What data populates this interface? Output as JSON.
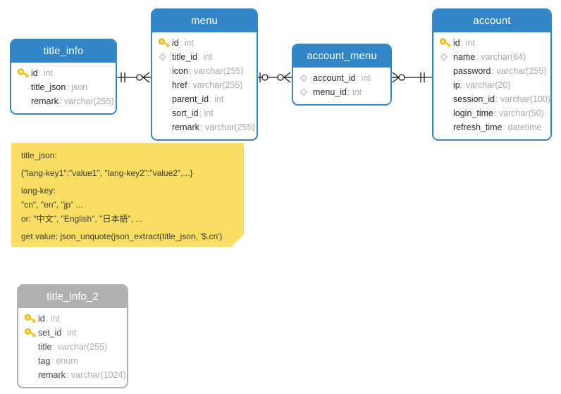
{
  "diagram": {
    "title": "database-er-diagram",
    "colors": {
      "header_blue": "#3086c8",
      "header_grey": "#b0b0b0",
      "note_yellow": "#fade64",
      "field_name": "#2b2b2b",
      "field_type": "#a8a8a8"
    }
  },
  "entities": [
    {
      "name": "title_info",
      "state": "active",
      "fields": [
        {
          "icon": "key-icon",
          "name": "id",
          "type": "int"
        },
        {
          "icon": "none",
          "name": "title_json",
          "type": "json"
        },
        {
          "icon": "none",
          "name": "remark",
          "type": "varchar(255)"
        }
      ]
    },
    {
      "name": "menu",
      "state": "active",
      "fields": [
        {
          "icon": "key-icon",
          "name": "id",
          "type": "int"
        },
        {
          "icon": "diamond-icon",
          "name": "title_id",
          "type": "int"
        },
        {
          "icon": "none",
          "name": "icon",
          "type": "varchar(255)"
        },
        {
          "icon": "none",
          "name": "href",
          "type": "varchar(255)"
        },
        {
          "icon": "none",
          "name": "parent_id",
          "type": "int"
        },
        {
          "icon": "none",
          "name": "sort_id",
          "type": "int"
        },
        {
          "icon": "none",
          "name": "remark",
          "type": "varchar(255)"
        }
      ]
    },
    {
      "name": "account_menu",
      "state": "active",
      "fields": [
        {
          "icon": "diamond-icon",
          "name": "account_id",
          "type": "int"
        },
        {
          "icon": "diamond-icon",
          "name": "menu_id",
          "type": "int"
        }
      ]
    },
    {
      "name": "account",
      "state": "active",
      "fields": [
        {
          "icon": "key-icon",
          "name": "id",
          "type": "int"
        },
        {
          "icon": "diamond-icon",
          "name": "name",
          "type": "varchar(64)"
        },
        {
          "icon": "none",
          "name": "password",
          "type": "varchar(255)"
        },
        {
          "icon": "none",
          "name": "ip",
          "type": "varchar(20)"
        },
        {
          "icon": "none",
          "name": "session_id",
          "type": "varchar(100)"
        },
        {
          "icon": "none",
          "name": "login_time",
          "type": "varchar(50)"
        },
        {
          "icon": "none",
          "name": "refresh_time",
          "type": "datetime"
        }
      ]
    },
    {
      "name": "title_info_2",
      "state": "muted",
      "fields": [
        {
          "icon": "key-icon",
          "name": "id",
          "type": "int"
        },
        {
          "icon": "key-icon",
          "name": "set_id",
          "type": "int"
        },
        {
          "icon": "none",
          "name": "title",
          "type": "varchar(255)"
        },
        {
          "icon": "none",
          "name": "tag",
          "type": "enum"
        },
        {
          "icon": "none",
          "name": "remark",
          "type": "varchar(1024)"
        }
      ]
    }
  ],
  "relationships": [
    {
      "from": "title_info",
      "to": "menu",
      "from_cardinality": "one-and-only-one",
      "to_cardinality": "zero-or-many"
    },
    {
      "from": "menu",
      "to": "account_menu",
      "from_cardinality": "zero-or-one",
      "to_cardinality": "zero-or-many"
    },
    {
      "from": "account_menu",
      "to": "account",
      "from_cardinality": "zero-or-many",
      "to_cardinality": "one-and-only-one"
    }
  ],
  "note": {
    "lines": [
      "title_json:",
      "{\"lang-key1\":\"value1\", \"lang-key2\":\"value2\",...}",
      "lang-key:",
      "\"cn\", \"en\", \"jp\" ...",
      "or: \"中文\", \"English\", \"日本語\", ...",
      "get value: json_unquote(json_extract(title_json, '$.cn')"
    ]
  }
}
